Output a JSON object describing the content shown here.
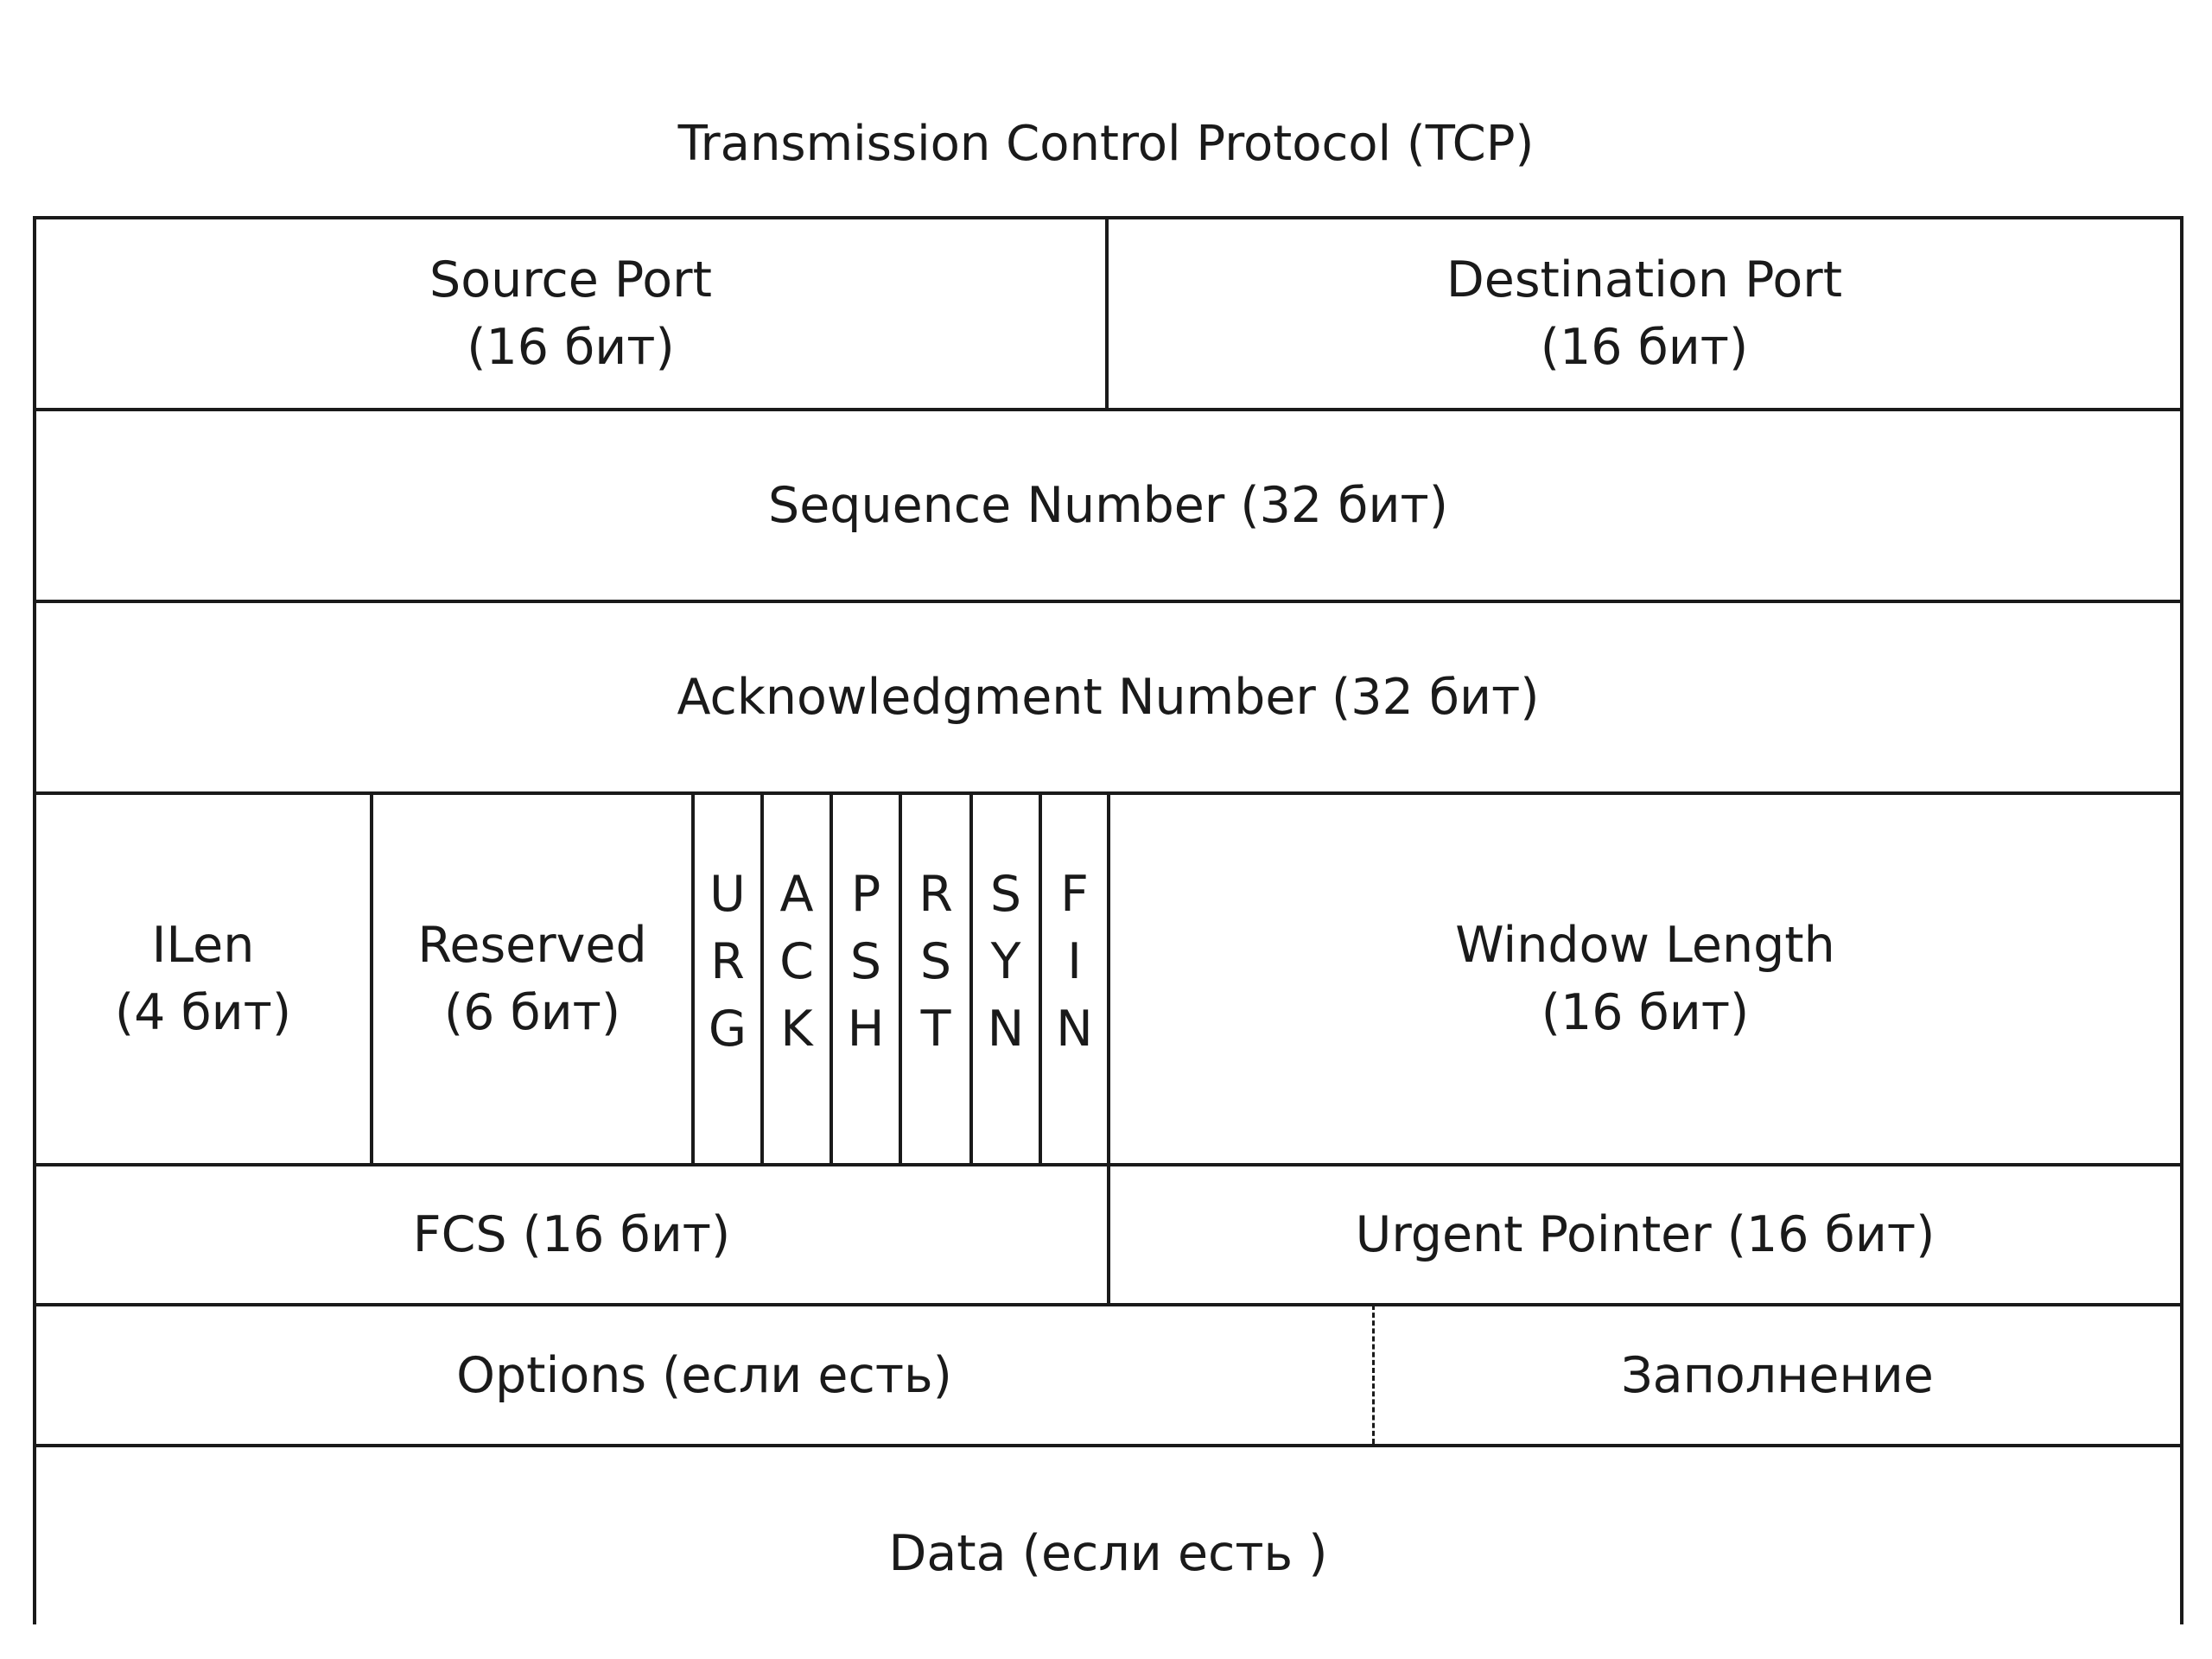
{
  "title": "Transmission Control Protocol (TCP)",
  "fields": {
    "source_port": "Source Port\n(16 бит)",
    "destination_port": "Destination Port\n(16 бит)",
    "sequence_number": "Sequence Number (32 бит)",
    "acknowledgment_number": "Acknowledgment Number (32 бит)",
    "ilen": "ILen\n(4 бит)",
    "reserved": "Reserved\n(6 бит)",
    "window_length": "Window  Length\n(16 бит)",
    "fcs": "FCS (16 бит)",
    "urgent_pointer": "Urgent Pointer  (16 бит)",
    "options": "Options (если есть)",
    "padding": "Заполнение",
    "data": "Data (если есть )"
  },
  "flags": [
    {
      "letters": [
        "U",
        "R",
        "G"
      ]
    },
    {
      "letters": [
        "A",
        "C",
        "K"
      ]
    },
    {
      "letters": [
        "P",
        "S",
        "H"
      ]
    },
    {
      "letters": [
        "R",
        "S",
        "T"
      ]
    },
    {
      "letters": [
        "S",
        "Y",
        "N"
      ]
    },
    {
      "letters": [
        "F",
        "I",
        "N"
      ]
    }
  ]
}
